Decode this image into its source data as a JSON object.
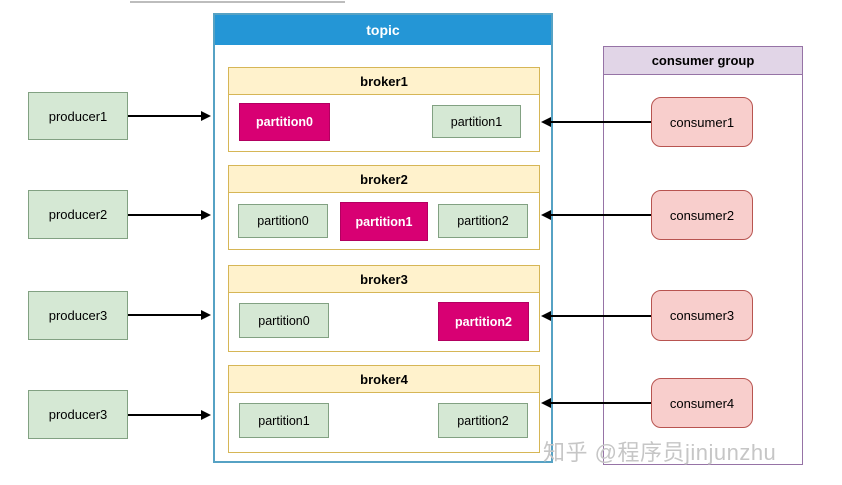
{
  "colors": {
    "topic_header_bg": "#2496d6",
    "topic_border": "#56a2c4",
    "broker_header_bg": "#fff2cc",
    "broker_border": "#d6b656",
    "partition_green_bg": "#d5e8d4",
    "partition_green_border": "#82a182",
    "partition_leader_bg": "#d80073",
    "partition_leader_border": "#b20060",
    "producer_bg": "#d5e8d4",
    "producer_border": "#82a182",
    "consumer_bg": "#f8cecc",
    "consumer_border": "#b85450",
    "group_header_bg": "#e1d5e7",
    "group_border": "#9673a6",
    "arrow": "#000000",
    "watermark": "#c6c6c6"
  },
  "producers": [
    {
      "label": "producer1"
    },
    {
      "label": "producer2"
    },
    {
      "label": "producer3"
    },
    {
      "label": "producer3"
    }
  ],
  "topic": {
    "title": "topic",
    "brokers": [
      {
        "title": "broker1",
        "partitions": [
          {
            "label": "partition0",
            "leader": true
          },
          {
            "label": "partition1",
            "leader": false
          }
        ]
      },
      {
        "title": "broker2",
        "partitions": [
          {
            "label": "partition0",
            "leader": false
          },
          {
            "label": "partition1",
            "leader": true
          },
          {
            "label": "partition2",
            "leader": false
          }
        ]
      },
      {
        "title": "broker3",
        "partitions": [
          {
            "label": "partition0",
            "leader": false
          },
          {
            "label": "partition2",
            "leader": true
          }
        ]
      },
      {
        "title": "broker4",
        "partitions": [
          {
            "label": "partition1",
            "leader": false
          },
          {
            "label": "partition2",
            "leader": false
          }
        ]
      }
    ]
  },
  "consumer_group": {
    "title": "consumer group",
    "consumers": [
      {
        "label": "consumer1"
      },
      {
        "label": "consumer2"
      },
      {
        "label": "consumer3"
      },
      {
        "label": "consumer4"
      }
    ]
  },
  "watermark": "知乎 @程序员jinjunzhu"
}
